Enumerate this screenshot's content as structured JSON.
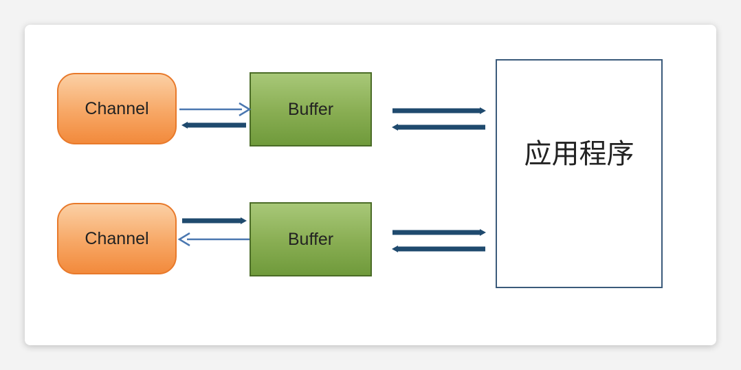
{
  "diagram": {
    "rows": [
      {
        "channel_label": "Channel",
        "buffer_label": "Buffer"
      },
      {
        "channel_label": "Channel",
        "buffer_label": "Buffer"
      }
    ],
    "app_label": "应用程序"
  }
}
